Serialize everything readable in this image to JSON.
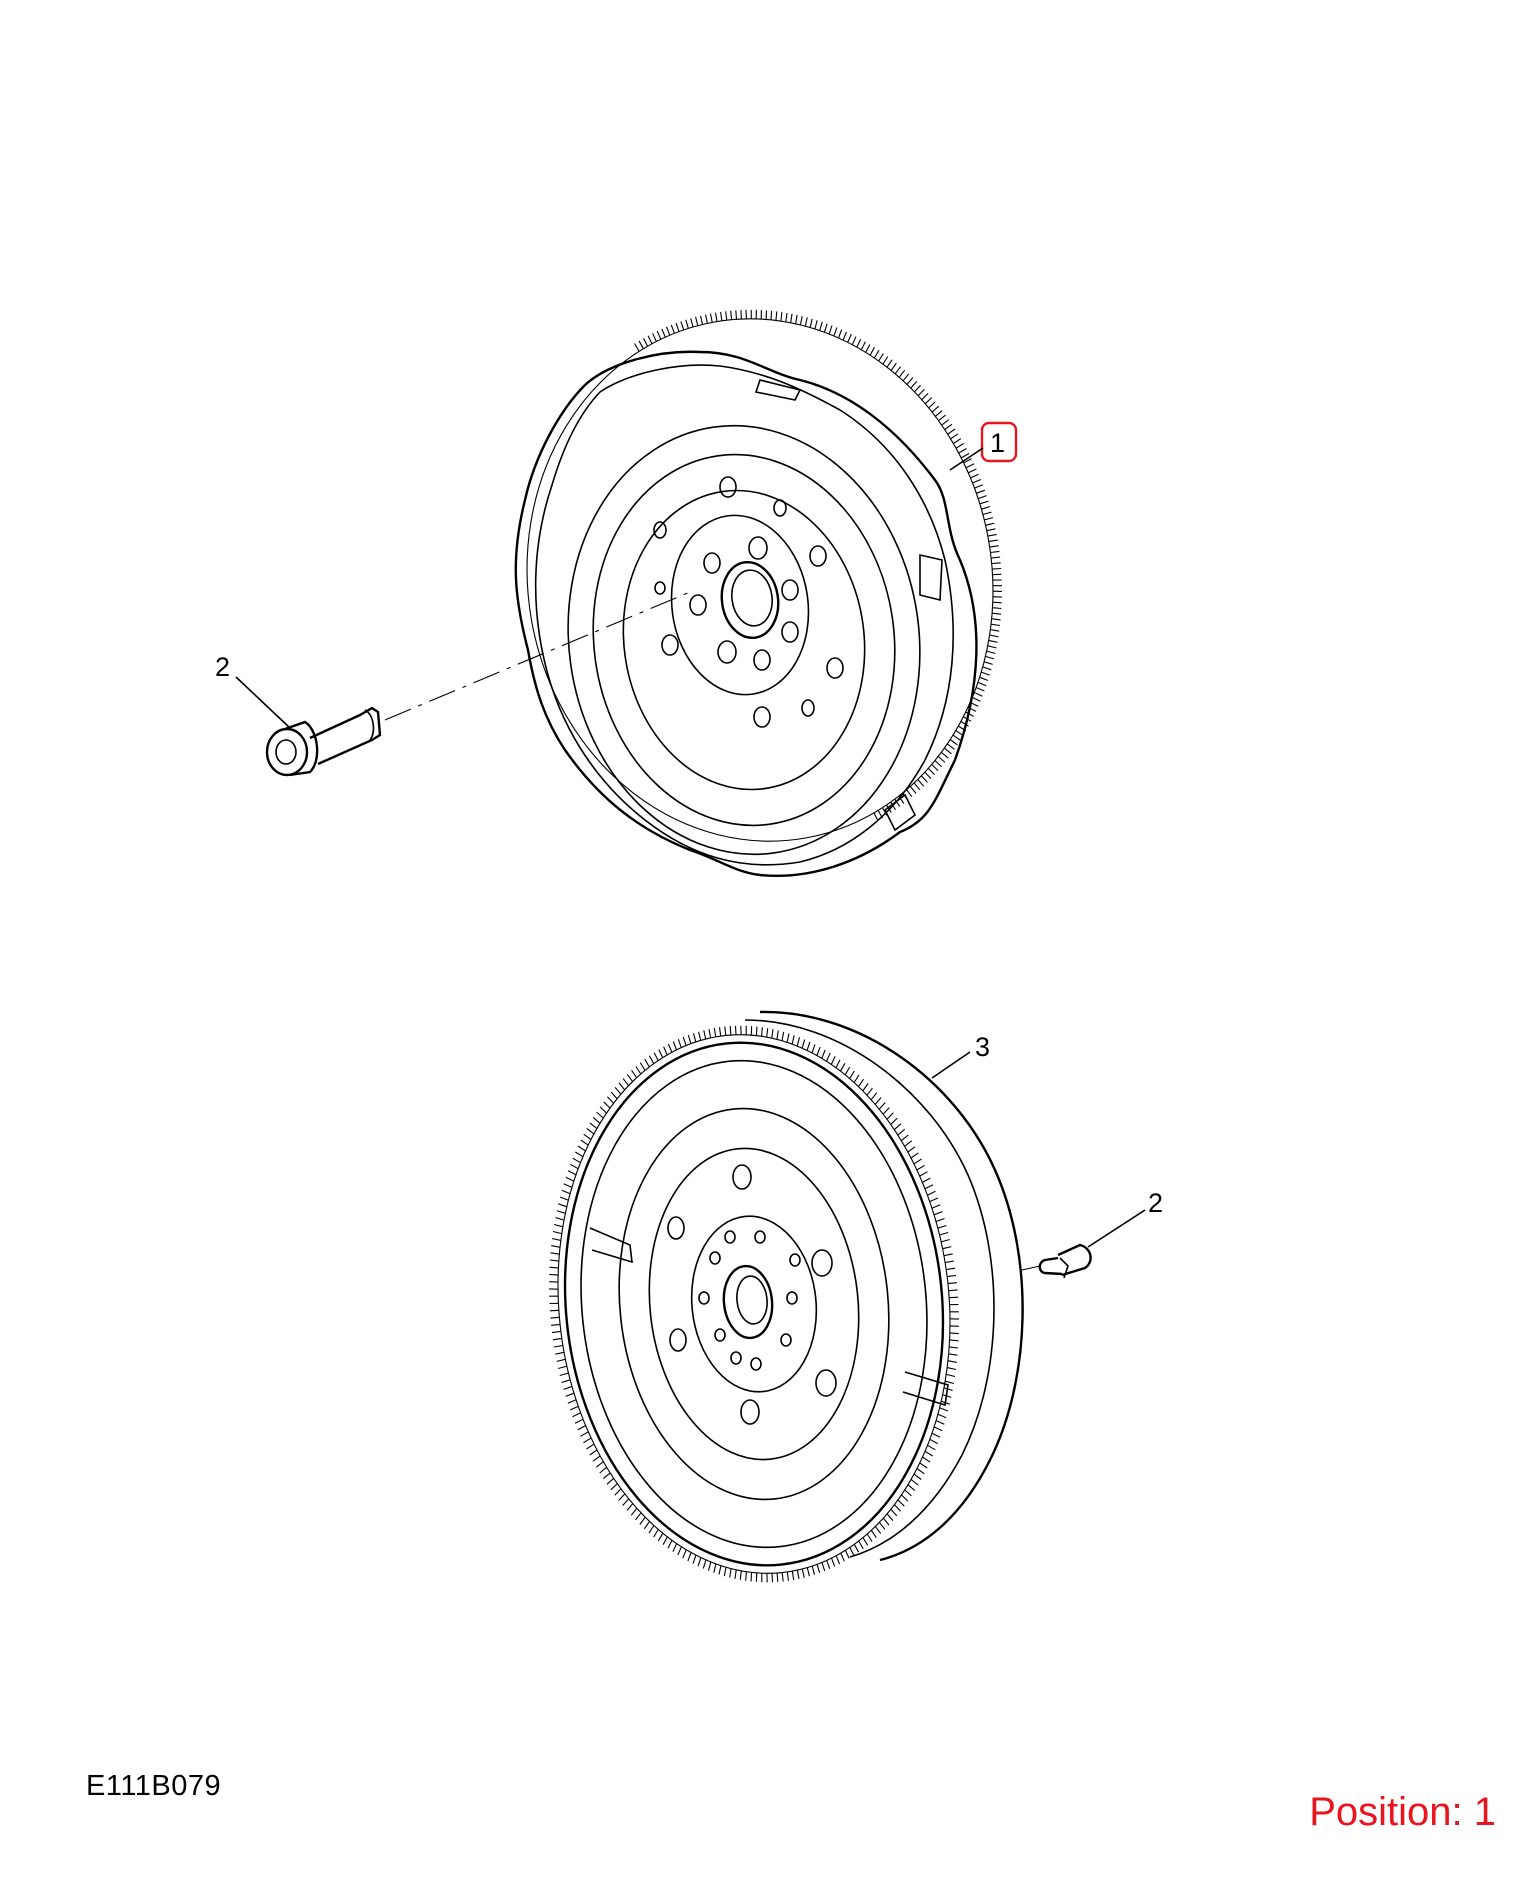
{
  "diagram": {
    "callouts": [
      {
        "id": "c1",
        "label": "1",
        "highlighted": true
      },
      {
        "id": "c2a",
        "label": "2",
        "highlighted": false
      },
      {
        "id": "c3",
        "label": "3",
        "highlighted": false
      },
      {
        "id": "c2b",
        "label": "2",
        "highlighted": false
      }
    ],
    "illustration_code": "E111B079",
    "position_label": "Position: 1",
    "colors": {
      "line": "#000000",
      "highlight": "#e8141e",
      "background": "#ffffff"
    }
  }
}
